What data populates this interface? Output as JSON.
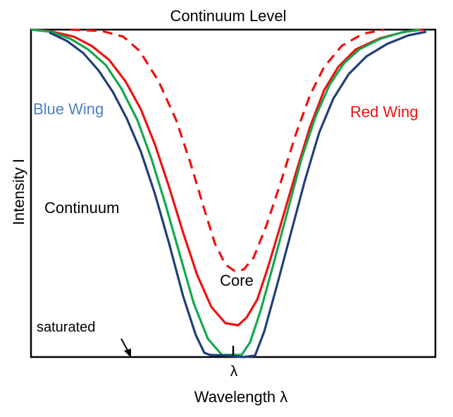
{
  "title": "Continuum Level",
  "ylabel": "Intensity  I",
  "xlabel": "Wavelength λ",
  "center_tick_label": "λ",
  "annotations": {
    "blue_wing": "Blue Wing",
    "red_wing": "Red Wing",
    "continuum": "Continuum",
    "core": "Core",
    "saturated": "saturated"
  },
  "colors": {
    "navy": "#1f3f77",
    "green": "#13a84e",
    "red": "#ee1111",
    "blue_text": "#4f7fbf",
    "red_text": "#ee1111",
    "frame": "#000000"
  }
}
